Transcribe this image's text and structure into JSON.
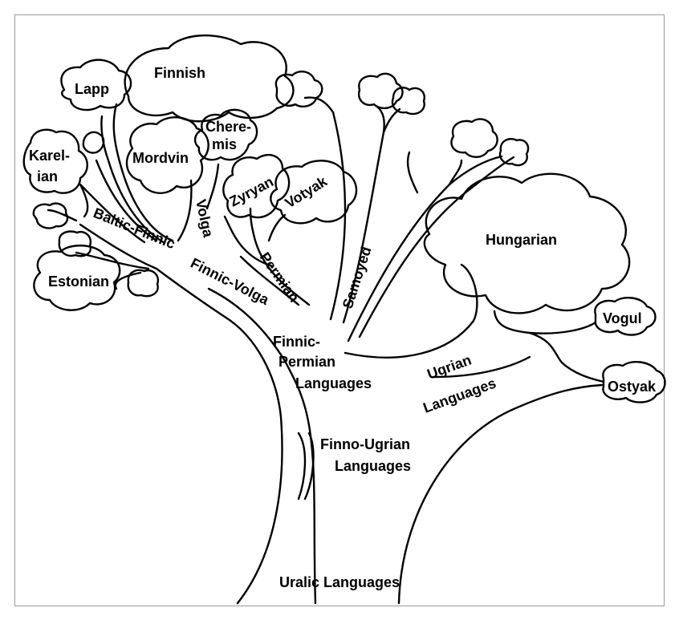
{
  "labels": {
    "finnish": "Finnish",
    "lapp": "Lapp",
    "karelian_1": "Karel-",
    "karelian_2": "ian",
    "mordvin": "Mordvin",
    "cheremis_1": "Chere-",
    "cheremis_2": "mis",
    "zyryan": "Zyryan",
    "votyak": "Votyak",
    "estonian": "Estonian",
    "baltic_finnic": "Baltic-Finnic",
    "volga": "Volga",
    "finnic_volga": "Finnic-Volga",
    "permian": "Permian",
    "samoyed": "Samoyed",
    "hungarian": "Hungarian",
    "vogul": "Vogul",
    "ostyak": "Ostyak",
    "finnic_permian_1": "Finnic-",
    "finnic_permian_2": "Permian",
    "finnic_permian_3": "Languages",
    "ugrian_1": "Ugrian",
    "ugrian_2": "Languages",
    "finno_ugrian_1": "Finno-Ugrian",
    "finno_ugrian_2": "Languages",
    "uralic": "Uralic Languages"
  }
}
